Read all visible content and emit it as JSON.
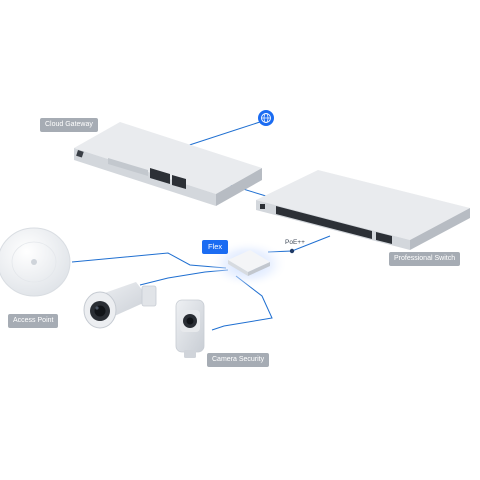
{
  "labels": {
    "cloud_gateway": "Cloud Gateway",
    "professional_switch": "Professional Switch",
    "flex": "Flex",
    "poe": "PoE++",
    "access_point": "Access Point",
    "camera_security": "Camera Security"
  },
  "icons": {
    "internet": "globe-icon"
  },
  "colors": {
    "link_line": "#1f6fd1",
    "label_tag": "#a6acb4",
    "flex_tag": "#1b6cf2",
    "device_body": "#d8dce1"
  }
}
